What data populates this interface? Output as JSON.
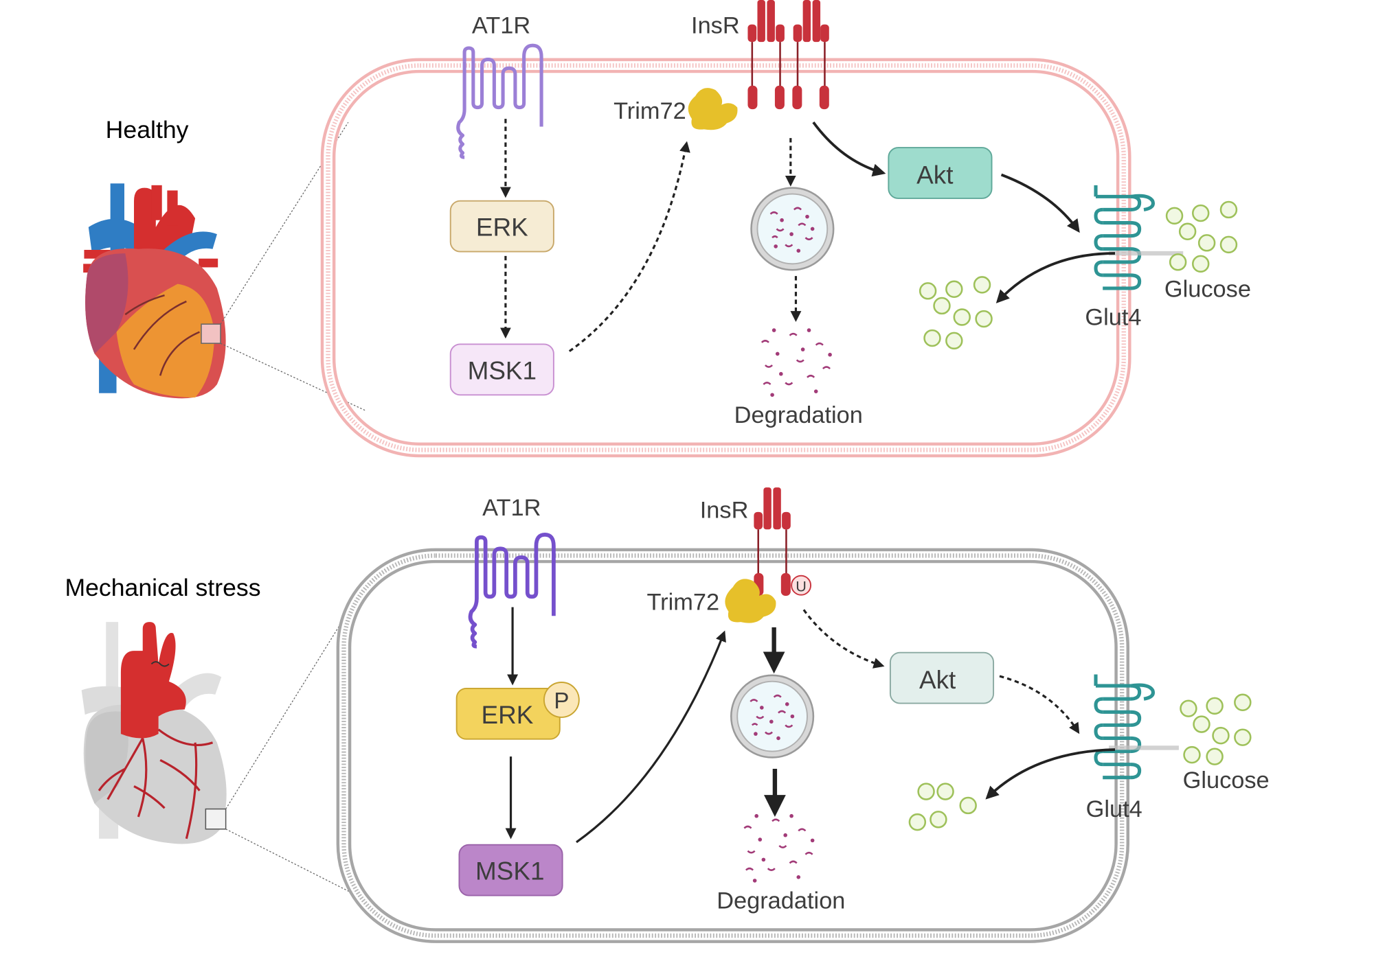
{
  "panels": {
    "healthy": {
      "condition": "Healthy",
      "at1r": "AT1R",
      "insr": "InsR",
      "trim72": "Trim72",
      "erk": "ERK",
      "msk1": "MSK1",
      "akt": "Akt",
      "glut4": "Glut4",
      "glucose": "Glucose",
      "degradation": "Degradation"
    },
    "stress": {
      "condition": "Mechanical stress",
      "at1r": "AT1R",
      "insr": "InsR",
      "trim72": "Trim72",
      "erk": "ERK",
      "phospho": "P",
      "msk1": "MSK1",
      "akt": "Akt",
      "glut4": "Glut4",
      "glucose": "Glucose",
      "degradation": "Degradation",
      "ubiquitin": "U"
    }
  },
  "colors": {
    "healthy_membrane": "#f2b3b3",
    "stress_membrane": "#a6a6a6",
    "receptor_at1r_healthy": "#9b7fd6",
    "receptor_at1r_stress": "#7550cc",
    "insr": "#c8323c",
    "trim72": "#e6c02a",
    "glut4": "#2e9494",
    "glucose": "#9ec15a",
    "akt_healthy": "#9edccd",
    "akt_stress": "#e3efec",
    "erk_healthy": "#f6ecd4",
    "erk_stress": "#f3d35d",
    "msk1_healthy": "#f6e7f8",
    "msk1_stress": "#bb86c9",
    "fragments": "#a23b78"
  },
  "icons": {
    "healthy_heart": "heart-icon",
    "stress_heart": "stressed-heart-icon",
    "proteasome": "proteasome-icon"
  }
}
